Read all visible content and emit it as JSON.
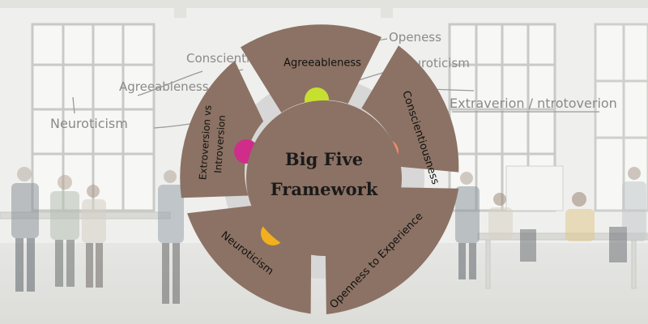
{
  "background": {
    "board_labels": [
      "Openess",
      "Conscienti",
      "Neuroticism",
      "Agreeableness",
      "Extraverion / ntrotoverion",
      "Neuroticism"
    ]
  },
  "diagram": {
    "center_lines": [
      "Big Five",
      "Framework"
    ],
    "segments": [
      {
        "label": "Agreeableness",
        "dot_color": "#c7e030"
      },
      {
        "label": "Conscientiousness",
        "dot_color": "#f08a6a"
      },
      {
        "label": "Openness to Experience",
        "dot_color": "#c83a86"
      },
      {
        "label": "Neuroticism",
        "dot_color": "#f2b01c"
      },
      {
        "label_lines": [
          "Extroversion vs",
          "Introversion"
        ],
        "dot_color": "#d02c8a"
      }
    ],
    "colors": {
      "segment_fill": "#8c7264",
      "ring_fill": "#d7d7d7",
      "center_fill": "#8c7264",
      "center_text": "#1a1a1a"
    }
  }
}
